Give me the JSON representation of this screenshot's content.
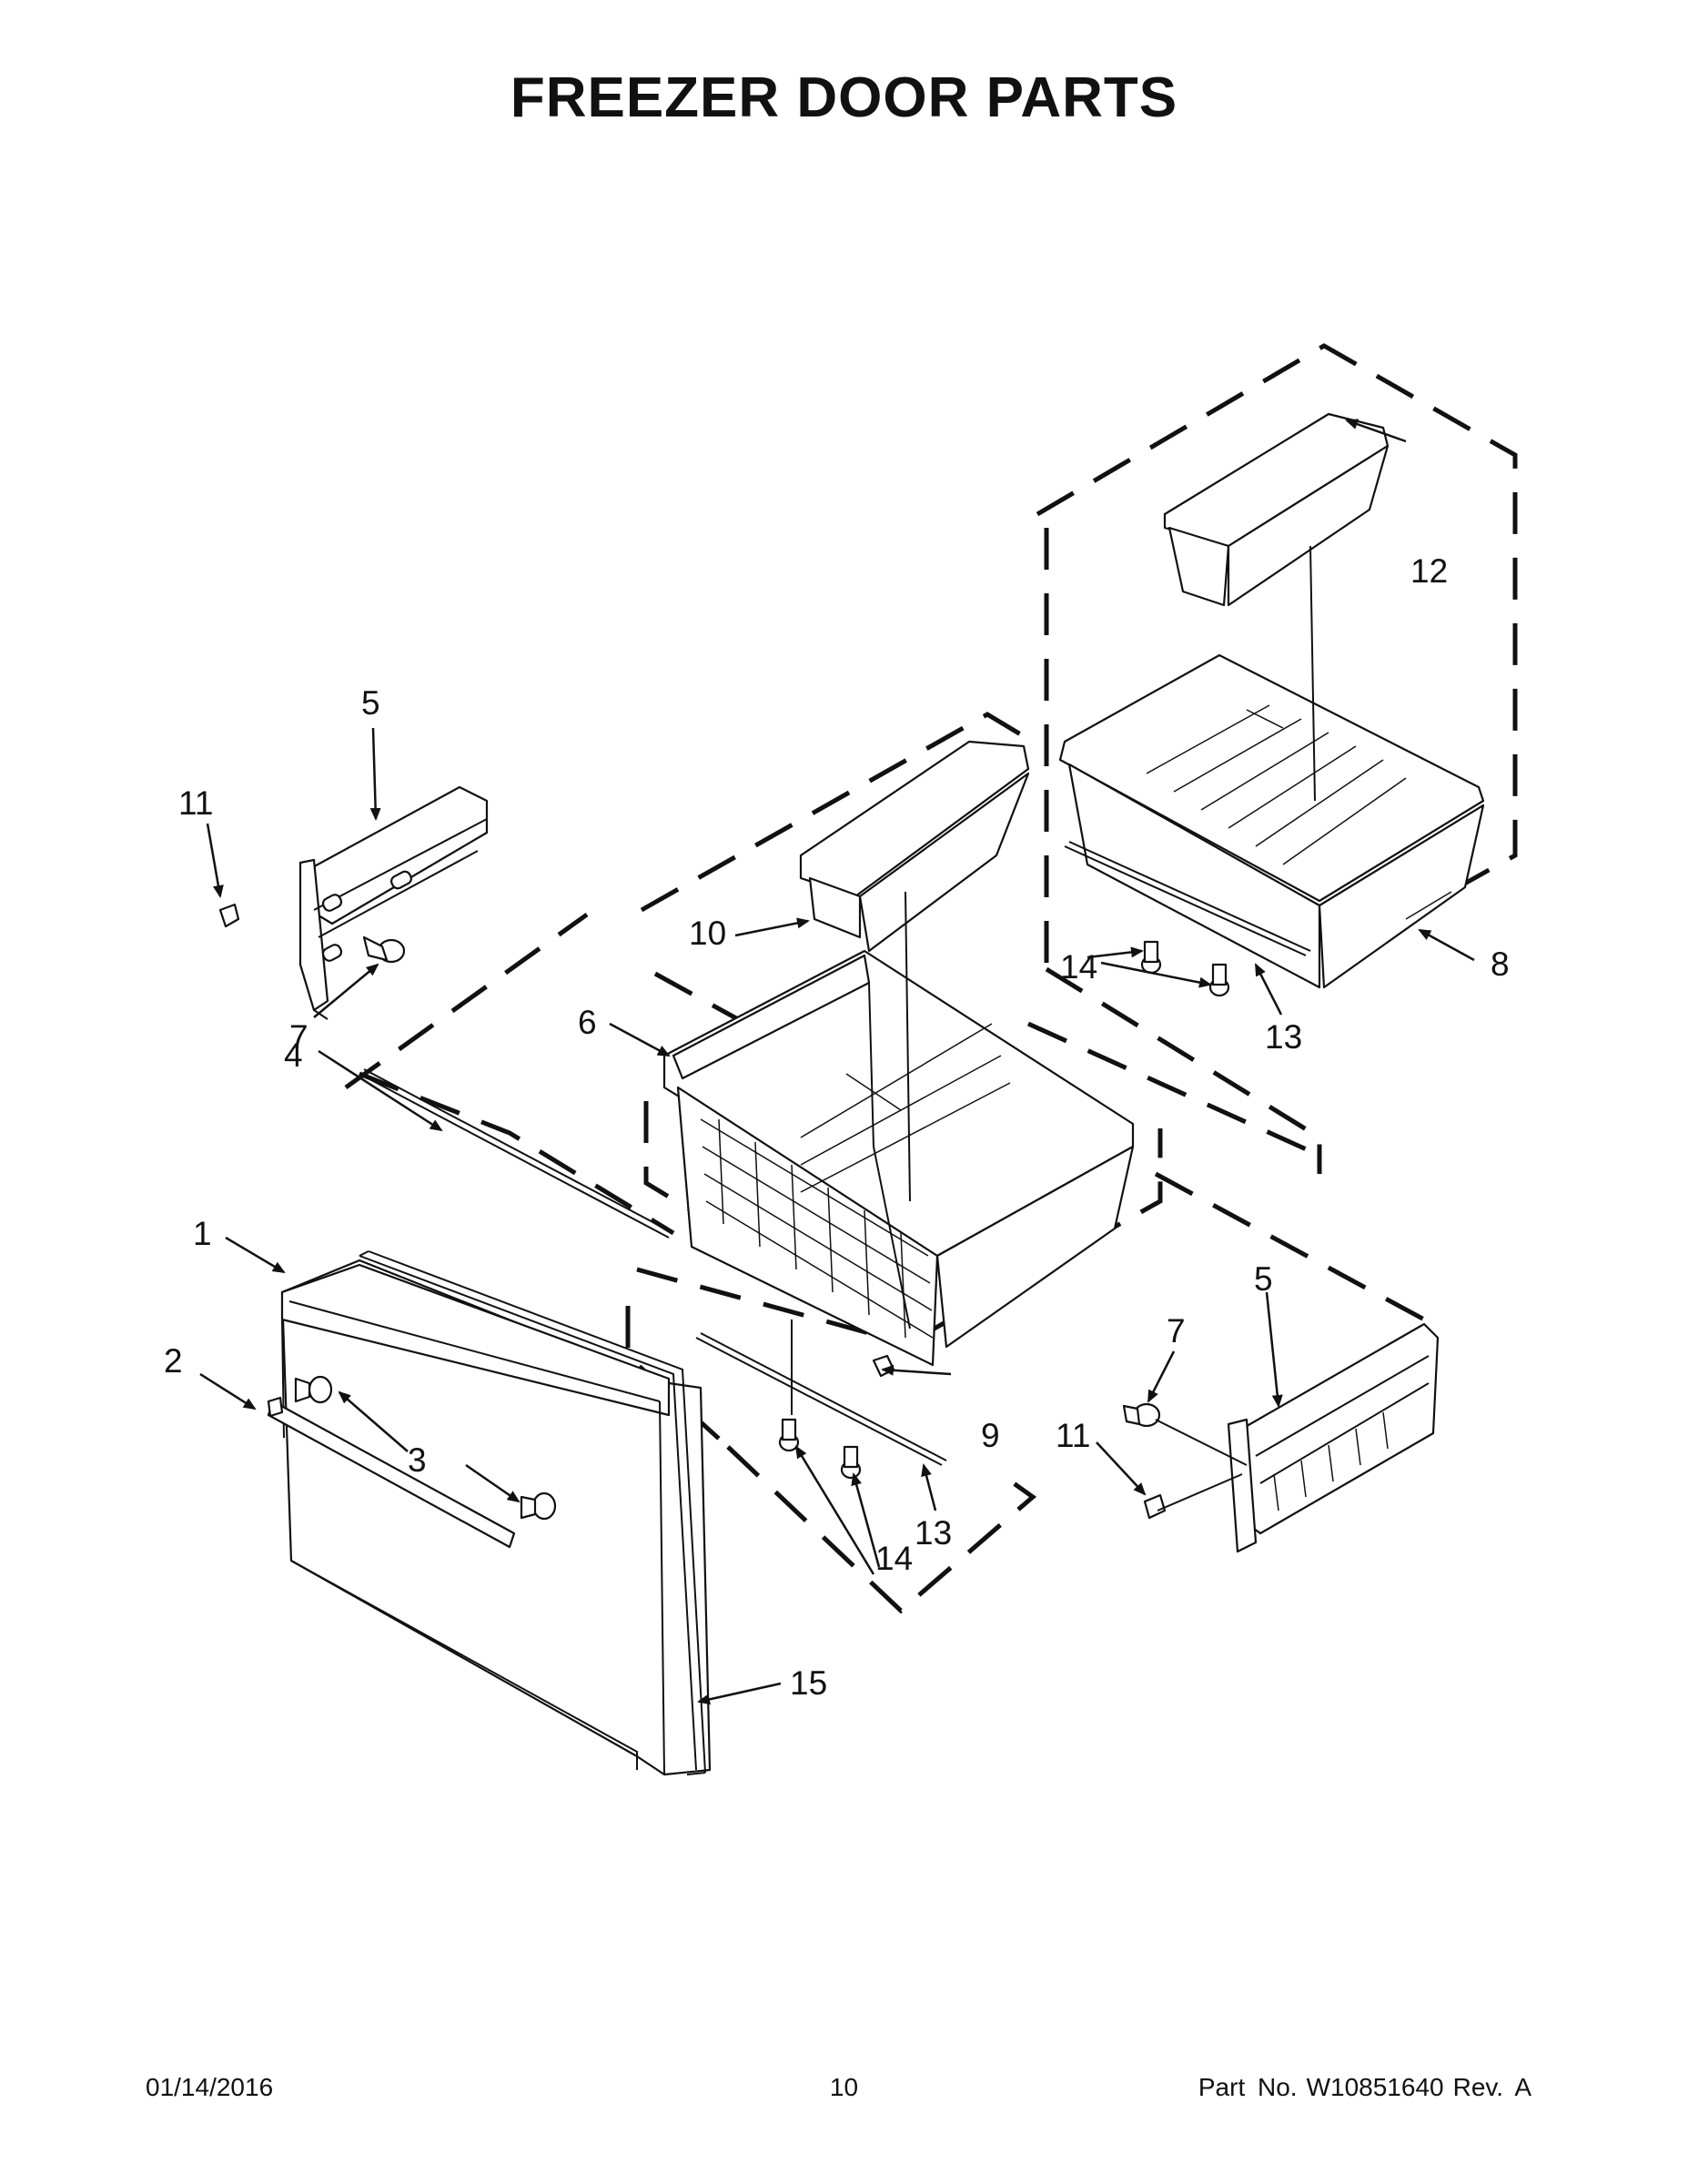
{
  "title": "FREEZER DOOR PARTS",
  "footer": {
    "date": "01/14/2016",
    "page": "10",
    "part_label": "Part No.",
    "part_number": "W10851640",
    "revision": "Rev.  A"
  },
  "callouts": {
    "c1": "1",
    "c2": "2",
    "c3": "3",
    "c4": "4",
    "c5a": "5",
    "c5b": "5",
    "c6": "6",
    "c7a": "7",
    "c7b": "7",
    "c8": "8",
    "c9": "9",
    "c10": "10",
    "c11a": "11",
    "c11b": "11",
    "c12": "12",
    "c13a": "13",
    "c13b": "13",
    "c14a": "14",
    "c14b": "14",
    "c15": "15"
  }
}
